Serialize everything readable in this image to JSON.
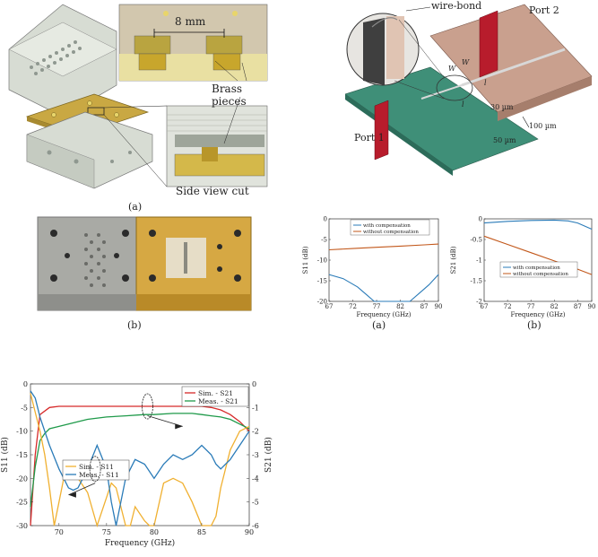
{
  "fig_top_left": {
    "dimension": "8 mm",
    "brass": "Brass pieces",
    "side": "Side view cut",
    "caption": "(a)"
  },
  "fig_top_right": {
    "wire": "wire-bond",
    "port2": "Port 2",
    "port1": "Port 1",
    "w30": "30 µm",
    "w100": "100 µm",
    "w50": "50 µm",
    "wlabels": [
      "W",
      "W",
      "l",
      "l"
    ]
  },
  "fig_photo": {
    "caption": "(b)"
  },
  "fig_small_a": {
    "caption": "(a)",
    "chart_data": {
      "type": "line",
      "xlabel": "Frequency (GHz)",
      "ylabel": "S11 (dB)",
      "xlim": [
        67,
        90
      ],
      "ylim": [
        -20,
        0
      ],
      "xticks": [
        "67",
        "72",
        "77",
        "82",
        "87",
        "90"
      ],
      "yticks": [
        "0",
        "-5",
        "-10",
        "-15",
        "-20"
      ],
      "series": [
        {
          "name": "with compensation",
          "color": "#2a7bb8",
          "x": [
            67,
            70,
            73,
            75,
            76.5,
            78,
            82,
            84,
            86,
            88,
            90
          ],
          "y": [
            -13.5,
            -14.5,
            -16.5,
            -18.5,
            -20,
            -20,
            -20,
            -20,
            -18,
            -16,
            -13.5
          ]
        },
        {
          "name": "without compensation",
          "color": "#c2571a",
          "x": [
            67,
            72,
            77,
            82,
            87,
            90
          ],
          "y": [
            -7.5,
            -7.2,
            -6.9,
            -6.6,
            -6.3,
            -6.1
          ]
        }
      ]
    }
  },
  "fig_small_b": {
    "caption": "(b)",
    "chart_data": {
      "type": "line",
      "xlabel": "Frequency (GHz)",
      "ylabel": "S21 (dB)",
      "xlim": [
        67,
        90
      ],
      "ylim": [
        -2,
        0
      ],
      "xticks": [
        "67",
        "72",
        "77",
        "82",
        "87",
        "90"
      ],
      "yticks": [
        "0",
        "-0.5",
        "-1",
        "-1.5",
        "-2"
      ],
      "series": [
        {
          "name": "with compensation",
          "color": "#2a7bb8",
          "x": [
            67,
            72,
            77,
            82,
            85,
            87,
            90
          ],
          "y": [
            -0.1,
            -0.06,
            -0.04,
            -0.03,
            -0.05,
            -0.1,
            -0.25
          ]
        },
        {
          "name": "without compensation",
          "color": "#c2571a",
          "x": [
            67,
            72,
            77,
            82,
            87,
            90
          ],
          "y": [
            -0.42,
            -0.62,
            -0.82,
            -1.02,
            -1.22,
            -1.35
          ]
        }
      ]
    }
  },
  "fig_bottom": {
    "chart_data": {
      "type": "line",
      "xlabel": "Frequency (GHz)",
      "ylabel_left": "S11 (dB)",
      "ylabel_right": "S21 (dB)",
      "xlim": [
        67,
        90
      ],
      "ylim_left": [
        -30,
        0
      ],
      "ylim_right": [
        -6,
        0
      ],
      "xticks": [
        "70",
        "75",
        "80",
        "85",
        "90"
      ],
      "yticks_left": [
        "0",
        "-5",
        "-10",
        "-15",
        "-20",
        "-25",
        "-30"
      ],
      "yticks_right": [
        "0",
        "-1",
        "-2",
        "-3",
        "-4",
        "-5",
        "-6"
      ],
      "series": [
        {
          "name": "Sim. - S21",
          "axis": "right",
          "color": "#d62a2a",
          "x": [
            67,
            67.5,
            68,
            69,
            70,
            72,
            75,
            78,
            80,
            83,
            85,
            86,
            87,
            88,
            89,
            90
          ],
          "y": [
            -6,
            -3,
            -1.3,
            -1.0,
            -0.95,
            -0.95,
            -0.95,
            -0.95,
            -0.95,
            -0.95,
            -0.95,
            -1.0,
            -1.1,
            -1.3,
            -1.6,
            -2.0
          ]
        },
        {
          "name": "Meas. - S21",
          "axis": "right",
          "color": "#1f9a4a",
          "x": [
            67,
            67.5,
            68,
            68.5,
            69,
            70,
            71,
            72,
            73,
            75,
            77,
            79,
            80,
            82,
            84,
            85,
            86,
            87,
            88,
            89,
            90
          ],
          "y": [
            -5.2,
            -3.5,
            -2.4,
            -2.1,
            -1.9,
            -1.8,
            -1.7,
            -1.6,
            -1.5,
            -1.4,
            -1.35,
            -1.3,
            -1.3,
            -1.25,
            -1.25,
            -1.3,
            -1.35,
            -1.4,
            -1.5,
            -1.7,
            -1.9
          ]
        },
        {
          "name": "Sim. - S11",
          "axis": "left",
          "color": "#f0b030",
          "x": [
            67,
            67.5,
            68,
            68.5,
            69,
            69.5,
            70,
            70.5,
            71,
            72,
            73,
            74,
            75,
            75.5,
            76,
            77,
            77.5,
            78,
            79,
            79.5,
            80,
            81,
            82,
            83,
            84,
            85,
            86,
            86.5,
            87,
            88,
            89,
            90
          ],
          "y": [
            -2,
            -6,
            -10,
            -15,
            -22,
            -30,
            -25,
            -20,
            -18,
            -20,
            -23,
            -30,
            -24,
            -21,
            -22,
            -30,
            -30,
            -26,
            -29,
            -30,
            -30,
            -21,
            -20,
            -21,
            -25,
            -30,
            -30,
            -28,
            -22,
            -14,
            -10,
            -9
          ]
        },
        {
          "name": "Meas. - S11",
          "axis": "left",
          "color": "#2a7bb8",
          "x": [
            67,
            67.5,
            68,
            69,
            70,
            71,
            71.5,
            72,
            73,
            74,
            75,
            75.5,
            76,
            77,
            78,
            79,
            80,
            81,
            82,
            83,
            84,
            85,
            86,
            86.5,
            87,
            88,
            89,
            90
          ],
          "y": [
            -1.5,
            -3,
            -7,
            -13,
            -18,
            -22,
            -22.5,
            -22,
            -18,
            -13,
            -18,
            -25,
            -30,
            -20,
            -16,
            -17,
            -20,
            -17,
            -15,
            -16,
            -15,
            -13,
            -15,
            -17,
            -18,
            -16,
            -13,
            -10
          ]
        }
      ],
      "legend_top": [
        "Sim. - S21",
        "Meas. - S21"
      ],
      "legend_bottom": [
        "Sim. - S11",
        "Meas. - S11"
      ]
    }
  }
}
